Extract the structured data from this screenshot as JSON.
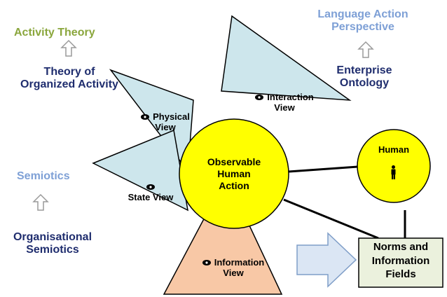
{
  "frameworks": {
    "activity_theory": "Activity Theory",
    "theory_of_organized_activity": [
      "Theory of",
      "Organized Activity"
    ],
    "language_action_perspective": [
      "Language Action",
      "Perspective"
    ],
    "enterprise_ontology": [
      "Enterprise",
      "Ontology"
    ],
    "semiotics": "Semiotics",
    "organisational_semiotics": [
      "Organisational",
      "Semiotics"
    ]
  },
  "views": {
    "physical": [
      "Physical",
      "View"
    ],
    "interaction": [
      "Interaction",
      "View"
    ],
    "state": "State View",
    "information": [
      "Information",
      "View"
    ]
  },
  "center": [
    "Observable",
    "Human",
    "Action"
  ],
  "human": "Human",
  "norms": [
    "Norms and",
    "Information",
    "Fields"
  ],
  "colors": {
    "view_fill": "#cde6ec",
    "info_fill": "#f8c8a6",
    "circle_fill": "#ffff00",
    "norms_fill": "#ebf1dd",
    "arrow_fill": "#dbe6f4",
    "navy": "#1f2d6e",
    "light_blue": "#7ea0d6",
    "green": "#8aa63c"
  },
  "icons": [
    "eye-icon",
    "person-icon",
    "up-arrow-icon",
    "right-arrow-icon"
  ]
}
